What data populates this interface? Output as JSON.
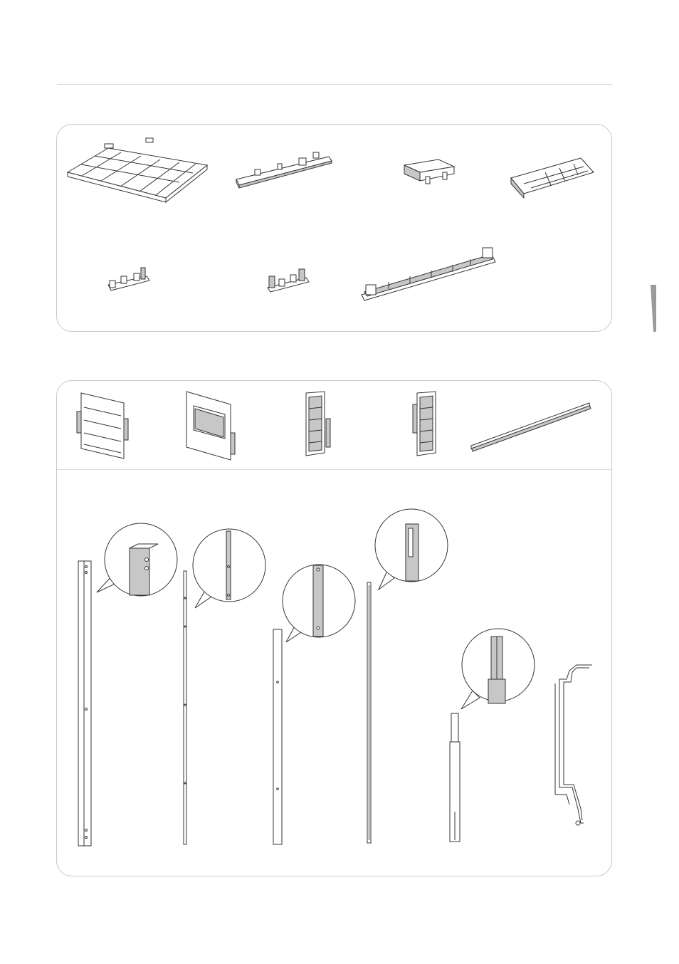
{
  "page": {
    "background": "#ffffff",
    "panel_border_color": "#c8c8c8",
    "accent_gray": "#c7c7c7"
  },
  "top_panel": {
    "parts": [
      {
        "name": "crisper-cover-grid"
      },
      {
        "name": "shelf-rail"
      },
      {
        "name": "small-block"
      },
      {
        "name": "side-bracket"
      },
      {
        "name": "clip-left"
      },
      {
        "name": "clip-right"
      },
      {
        "name": "long-rail"
      }
    ]
  },
  "bottom_panel": {
    "panels": [
      {
        "name": "rear-panel-louvered"
      },
      {
        "name": "front-panel-window"
      },
      {
        "name": "side-panel-narrow-a"
      },
      {
        "name": "side-panel-narrow-b"
      },
      {
        "name": "toothed-rail"
      }
    ],
    "profiles": [
      {
        "name": "square-post",
        "has_zoom": true
      },
      {
        "name": "thin-flat-bar",
        "has_zoom": true
      },
      {
        "name": "slim-post",
        "has_zoom": true
      },
      {
        "name": "slotted-rod",
        "has_zoom": true
      },
      {
        "name": "stepped-post",
        "has_zoom": true
      },
      {
        "name": "bent-bracket",
        "has_zoom": false
      }
    ]
  }
}
